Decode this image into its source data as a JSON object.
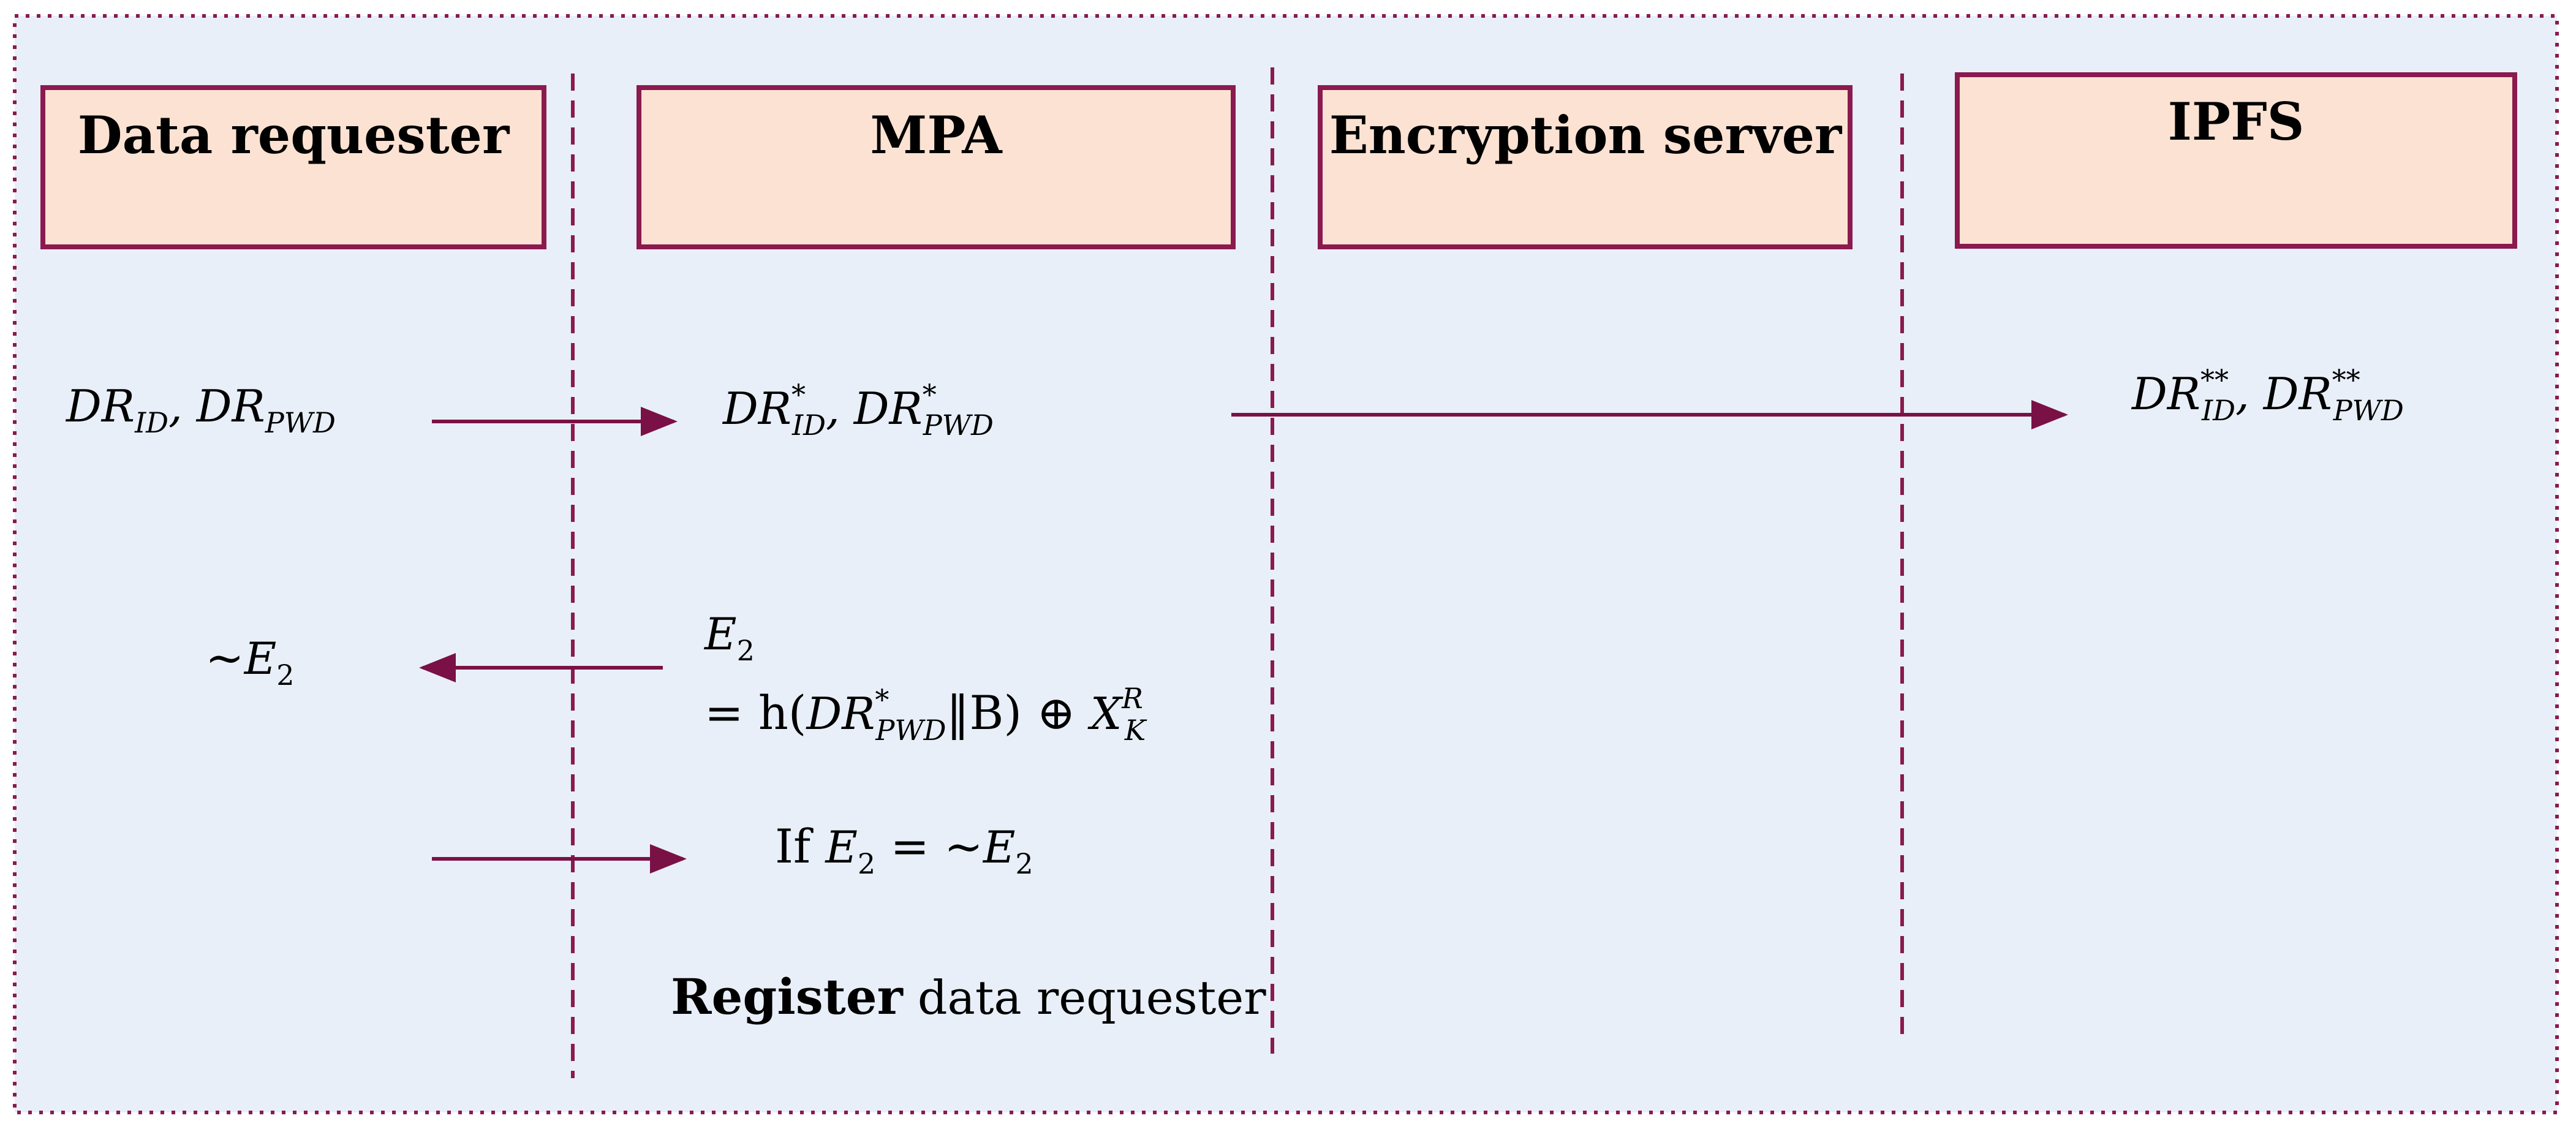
{
  "participants": [
    {
      "key": "data_requester",
      "label": "Data requester"
    },
    {
      "key": "mpa",
      "label": "MPA"
    },
    {
      "key": "encryption_server",
      "label": "Encryption server"
    },
    {
      "key": "ipfs",
      "label": "IPFS"
    }
  ],
  "messages": {
    "dr_credentials": {
      "a": "DR",
      "a_sub": "ID",
      "sep": ", ",
      "b": "DR",
      "b_sub": "PWD"
    },
    "mpa_credentials": {
      "a": "DR",
      "a_sup": "*",
      "a_sub": "ID",
      "sep": ", ",
      "b": "DR",
      "b_sup": "*",
      "b_sub": "PWD"
    },
    "ipfs_credentials": {
      "a": "DR",
      "a_sup": "**",
      "a_sub": "ID",
      "sep": ", ",
      "b": "DR",
      "b_sup": "**",
      "b_sub": "PWD"
    },
    "neg_e2": {
      "tilde": "~",
      "e": "E",
      "e_sub": "2"
    },
    "e2_def": {
      "line1_e": "E",
      "line1_sub": "2",
      "eq": "= h(",
      "dr": "DR",
      "dr_sup": "*",
      "dr_sub": "PWD",
      "concat": "‖B) ⊕ ",
      "x": "X",
      "x_sup": "R",
      "x_sub": "K"
    },
    "check": {
      "if": "If ",
      "e": "E",
      "e_sub": "2",
      "eq": " = ~",
      "e2": "E",
      "e2_sub": "2"
    },
    "register": {
      "bold": "Register",
      "rest": " data requester"
    }
  },
  "colors": {
    "background": "#e8eff8",
    "frame": "#8a1a4f",
    "box_fill": "#fce2d2",
    "box_stroke": "#8a1a4f",
    "lifeline": "#8a1a4f",
    "arrow": "#7a1146"
  }
}
